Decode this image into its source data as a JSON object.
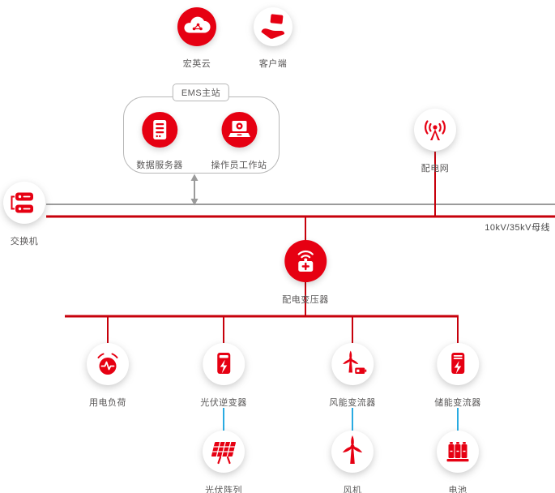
{
  "colors": {
    "red": "#e60012",
    "bus_red": "#c7000b",
    "gray": "#9b9b9b",
    "blue": "#29abe2",
    "label": "#595757"
  },
  "ems": {
    "tag": "EMS主站"
  },
  "bus": {
    "label": "10kV/35kV母线"
  },
  "nodes": {
    "cloud": {
      "label": "宏英云"
    },
    "client": {
      "label": "客户端"
    },
    "data_server": {
      "label": "数据服务器"
    },
    "operator_workstation": {
      "label": "操作员工作站"
    },
    "distribution_grid": {
      "label": "配电网"
    },
    "network_switch": {
      "label": "交换机"
    },
    "transformer": {
      "label": "配电变压器"
    },
    "load": {
      "label": "用电负荷"
    },
    "pv_inverter": {
      "label": "光伏逆变器"
    },
    "wind_converter": {
      "label": "风能变流器"
    },
    "storage_converter": {
      "label": "储能变流器"
    },
    "pv_array": {
      "label": "光伏阵列"
    },
    "wind_turbine": {
      "label": "风机"
    },
    "battery": {
      "label": "电池"
    }
  }
}
